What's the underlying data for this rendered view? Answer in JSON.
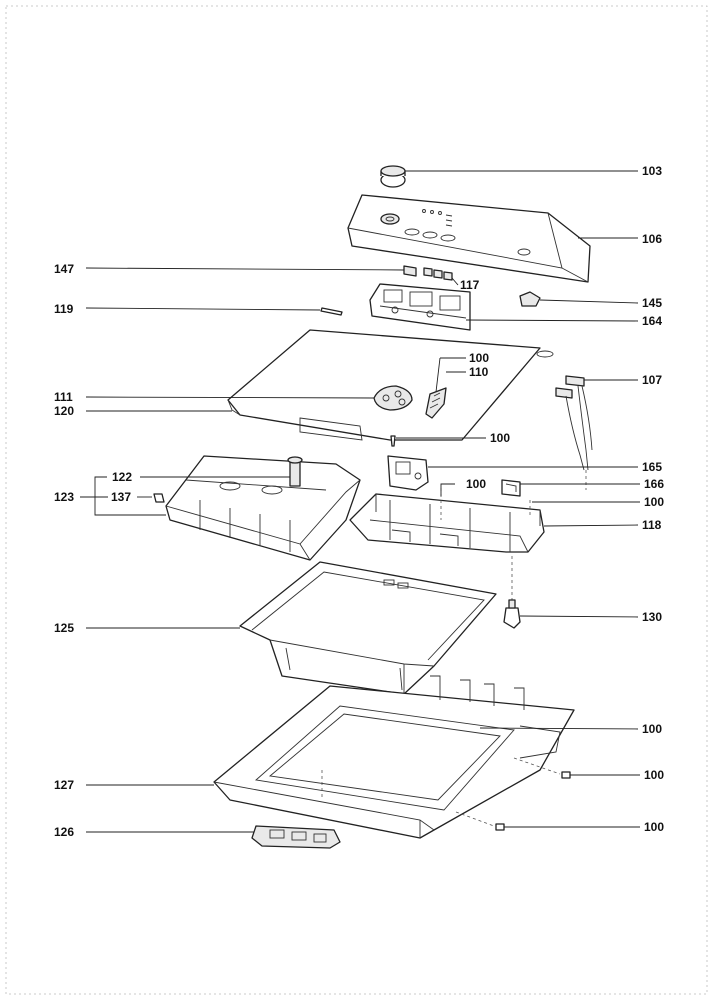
{
  "callouts": {
    "c103": "103",
    "c106": "106",
    "c147": "147",
    "c117": "117",
    "c145": "145",
    "c119": "119",
    "c164": "164",
    "c100_top": "100",
    "c110": "110",
    "c107": "107",
    "c111": "111",
    "c120": "120",
    "c100_lid": "100",
    "c122": "122",
    "c165": "165",
    "c100_base": "100",
    "c166": "166",
    "c123": "123",
    "c137": "137",
    "c100_right": "100",
    "c118": "118",
    "c125": "125",
    "c130": "130",
    "c100_frame": "100",
    "c100_screw1": "100",
    "c127": "127",
    "c126": "126",
    "c100_screw2": "100"
  }
}
